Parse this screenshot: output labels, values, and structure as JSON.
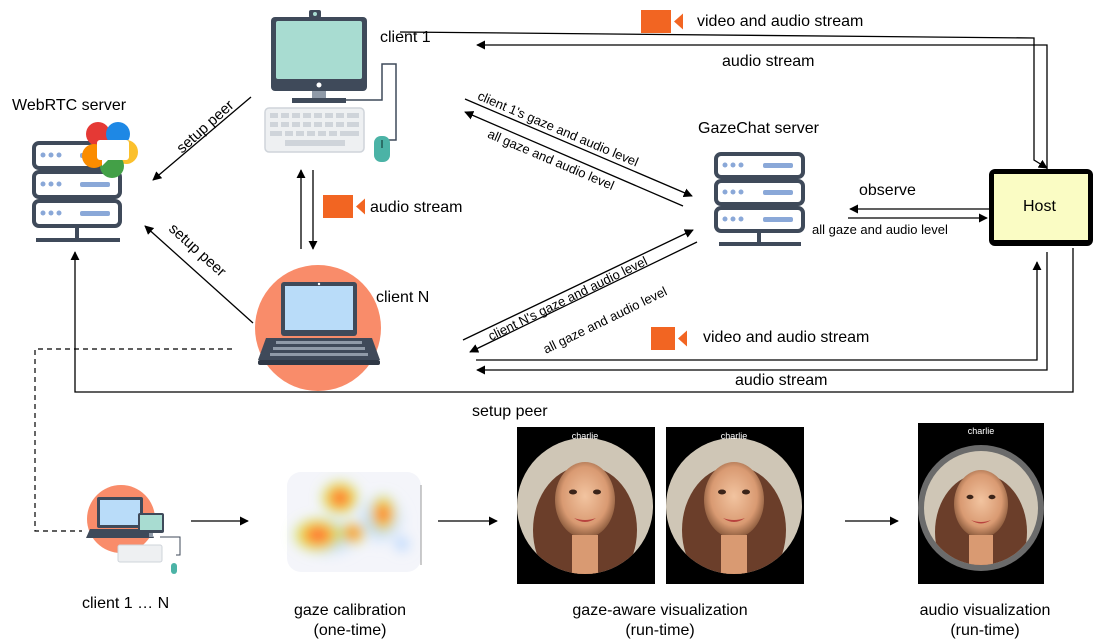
{
  "nodes": {
    "client_1": "client 1",
    "client_n": "client N",
    "webrtc_server": "WebRTC server",
    "gazechat_server": "GazeChat server",
    "host": "Host"
  },
  "edges": {
    "setup_peer_1": "setup peer",
    "setup_peer_2": "setup peer",
    "setup_peer_3": "setup peer",
    "video_audio_top": "video and audio stream",
    "audio_top": "audio stream",
    "audio_between_clients": "audio stream",
    "client1_gaze": "client 1's gaze and audio level",
    "all_gaze_to_client1": "all gaze and audio level",
    "clientn_gaze": "client N's gaze and audio level",
    "all_gaze_to_clientn": "all gaze and audio level",
    "observe": "observe",
    "all_gaze_host": "all gaze and audio level",
    "video_audio_bottom": "video and audio stream",
    "audio_bottom": "audio stream"
  },
  "pipeline": {
    "clients": "client 1 … N",
    "calibration": "gaze calibration",
    "calibration_note": "(one-time)",
    "gaze_vis": "gaze-aware visualization",
    "gaze_vis_note": "(run-time)",
    "audio_vis": "audio visualization",
    "audio_vis_note": "(run-time)",
    "avatar_name_1": "charlie",
    "avatar_name_2": "charlie",
    "avatar_name_3": "charlie"
  },
  "colors": {
    "screen": "#a8dcd1",
    "laptop_bg": "#f98c6a",
    "camera_icon": "#f26522",
    "server": "#3f4a5a",
    "host_fill": "#fafcc4",
    "skin": "#e0a982"
  }
}
